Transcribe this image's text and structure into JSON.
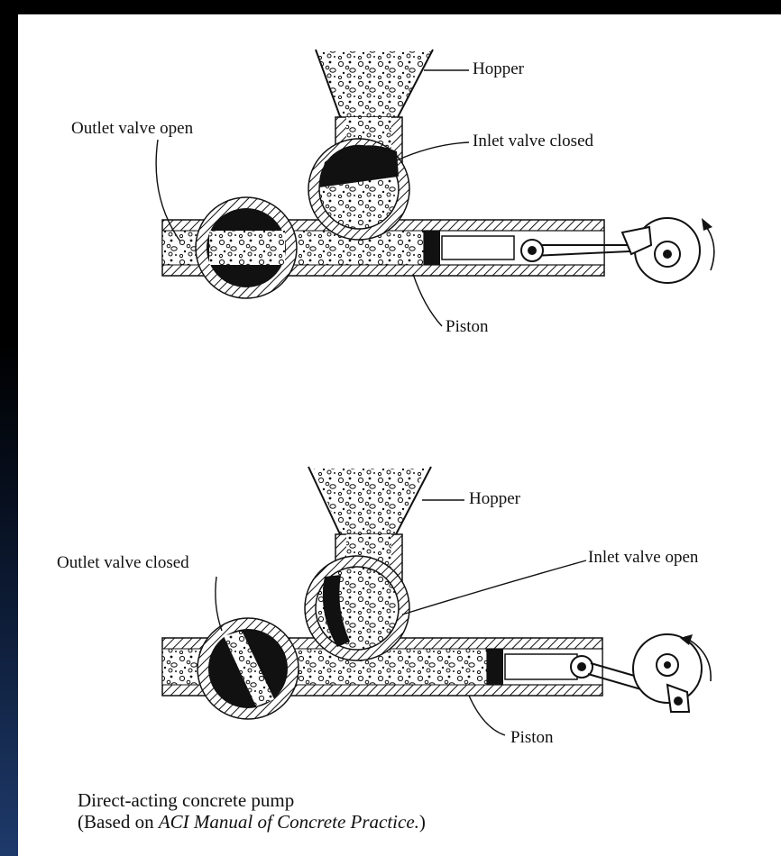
{
  "top_diagram": {
    "hopper_label": "Hopper",
    "outlet_label": "Outlet valve open",
    "inlet_label": "Inlet valve closed",
    "piston_label": "Piston"
  },
  "bottom_diagram": {
    "hopper_label": "Hopper",
    "outlet_label": "Outlet valve closed",
    "inlet_label": "Inlet valve open",
    "piston_label": "Piston"
  },
  "caption": {
    "line1": "Direct-acting concrete pump",
    "line2_prefix": "(Based on ",
    "line2_italic": "ACI Manual of Concrete Practice.",
    "line2_suffix": ")"
  }
}
